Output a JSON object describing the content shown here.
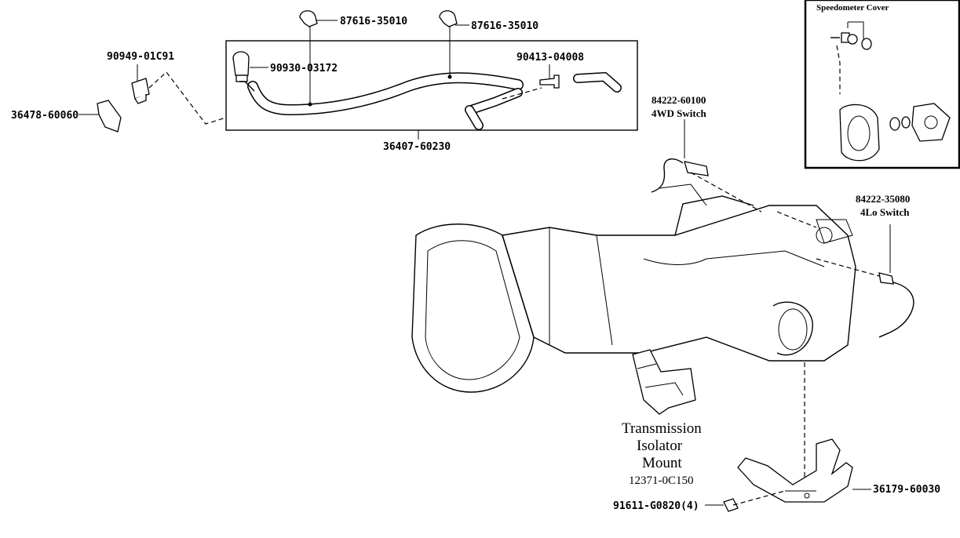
{
  "labels": {
    "clamp1": "87616-35010",
    "clamp2": "87616-35010",
    "breather_plug": "90949-01C91",
    "bracket": "36478-60060",
    "breather_cap": "90930-03172",
    "union": "90413-04008",
    "hose_assembly": "36407-60230",
    "switch_4wd_part": "84222-60100",
    "switch_4wd_name": "4WD Switch",
    "switch_4lo_part": "84222-35080",
    "switch_4lo_name": "4Lo Switch",
    "speedometer_cover": "Speedometer Cover",
    "mount_line1": "Transmission",
    "mount_line2": "Isolator",
    "mount_line3": "Mount",
    "mount_part": "12371-0C150",
    "bolt": "91611-G0820(4)",
    "crossmember": "36179-60030"
  }
}
